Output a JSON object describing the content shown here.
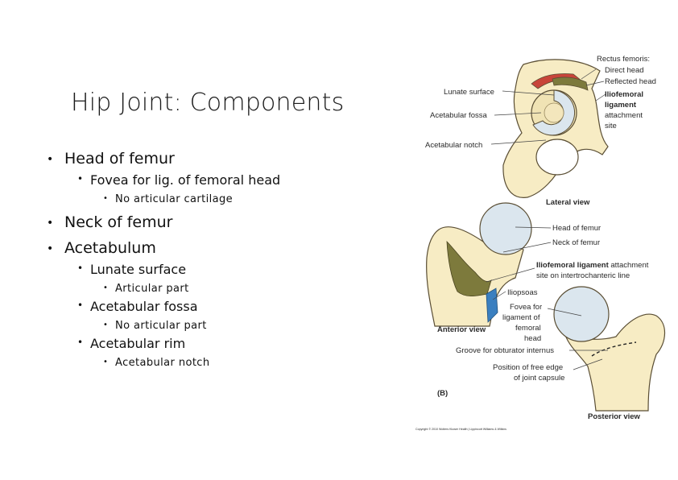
{
  "title": "Hip Joint: Components",
  "bullets": [
    {
      "text": "Head of femur",
      "level": 1
    },
    {
      "text": "Fovea for lig. of femoral head",
      "level": 2
    },
    {
      "text": "No articular cartilage",
      "level": 3
    },
    {
      "text": "Neck of femur",
      "level": 1
    },
    {
      "text": "Acetabulum",
      "level": 1
    },
    {
      "text": "Lunate surface",
      "level": 2
    },
    {
      "text": "Articular part",
      "level": 3
    },
    {
      "text": "Acetabular fossa",
      "level": 2
    },
    {
      "text": "No articular part",
      "level": 3
    },
    {
      "text": "Acetabular rim",
      "level": 2
    },
    {
      "text": "Acetabular notch",
      "level": 3
    }
  ],
  "figure": {
    "labels": {
      "rectus_femoris": "Rectus femoris:",
      "direct_head": "Direct head",
      "reflected_head": "Reflected head",
      "iliofemoral_1": "Iliofemoral",
      "iliofemoral_2": "ligament",
      "attachment_1": "attachment",
      "attachment_2": "site",
      "lunate_surface": "Lunate surface",
      "acetabular_fossa": "Acetabular fossa",
      "acetabular_notch": "Acetabular notch",
      "lateral_view": "Lateral view",
      "head_of_femur": "Head of femur",
      "neck_of_femur": "Neck of femur",
      "iliofemoral_ligament_bold": "Iliofemoral ligament",
      "iliofemoral_ligament_rest": " attachment",
      "intertrochanteric": "site on intertrochanteric line",
      "iliopsoas": "Iliopsoas",
      "fovea_1": "Fovea for",
      "fovea_2": "ligament of",
      "fovea_3": "femoral",
      "fovea_4": "head",
      "anterior_view": "Anterior view",
      "groove": "Groove for obturator internus",
      "position_1": "Position of free edge",
      "position_2": "of joint capsule",
      "panel": "(B)",
      "posterior_view": "Posterior view",
      "copyright": "Copyright © 2010 Wolters Kluwer Health | Lippincott Williams & Wilkins"
    },
    "colors": {
      "bone": "#f7ecc4",
      "cartilage": "#dbe6ee",
      "ligament_site": "#7d7a3c",
      "iliopsoas": "#3a7fc0",
      "rectus_muscle": "#c8453a"
    }
  }
}
